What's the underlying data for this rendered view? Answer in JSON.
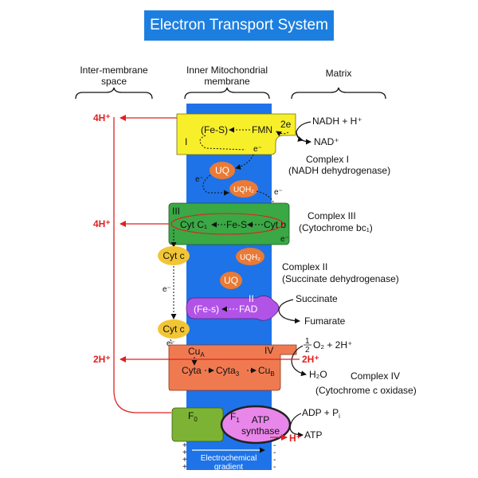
{
  "title": "Electron Transport System",
  "headers": {
    "intermembrane_1": "Inter-membrane",
    "intermembrane_2": "space",
    "membrane_1": "Inner Mitochondrial",
    "membrane_2": "membrane",
    "matrix": "Matrix"
  },
  "protons": {
    "complex1": "4H⁺",
    "complex3": "4H⁺",
    "complex4_left": "2H⁺",
    "complex4_right": "2H⁺",
    "atp": "H⁺"
  },
  "complex1": {
    "roman": "I",
    "fes": "(Fe-S)",
    "fmn": "FMN",
    "two_e": "2e",
    "substrate": "NADH + H⁺",
    "product": "NAD⁺",
    "name": "Complex I",
    "full_name": "(NADH dehydrogenase)"
  },
  "electron": "e⁻",
  "uq": "UQ",
  "uqh2": "UQH₂",
  "complex3": {
    "roman": "III",
    "cytc1": "Cyt C₁",
    "fes": "Fe-S",
    "cytb": "Cyt b",
    "name": "Complex III",
    "full_name": "(Cytochrome bc₁)"
  },
  "cytc": "Cyt c",
  "complex2": {
    "roman": "II",
    "fes": "(Fe-s)",
    "fad": "FAD",
    "substrate": "Succinate",
    "product": "Fumarate",
    "name": "Complex II",
    "full_name": "(Succinate dehydrogenase)"
  },
  "complex4": {
    "roman": "IV",
    "cua": "Cu",
    "cua_sub": "A",
    "cyta": "Cyta",
    "cyta3": "Cyta",
    "cyta3_sub": "3",
    "cub": "Cu",
    "cub_sub": "B",
    "oxygen_half_num": "1",
    "oxygen_half_den": "2",
    "oxygen": "O₂ + 2H⁺",
    "water": "H₂O",
    "name": "Complex IV",
    "full_name": "(Cytochrome c oxidase)"
  },
  "atp_synthase": {
    "f0": "F",
    "f0_sub": "0",
    "f1": "F",
    "f1_sub": "1",
    "name1": "ATP",
    "name2": "synthase",
    "substrate": "ADP + P",
    "substrate_sub": "i",
    "product": "ATP"
  },
  "gradient": {
    "line1": "Electrochemical",
    "line2": "gradient",
    "plus": "+",
    "minus": "-"
  },
  "colors": {
    "title_bg": "#1c7fe0",
    "membrane": "#1e73e8",
    "complex1": "#f7ef2a",
    "complex3": "#3aa845",
    "complex2": "#b253e8",
    "complex4": "#f07a50",
    "quinone": "#ea7a35",
    "cytc": "#f2c535",
    "f0": "#7cb334",
    "f1": "#e986ea",
    "proton": "#e02020"
  }
}
